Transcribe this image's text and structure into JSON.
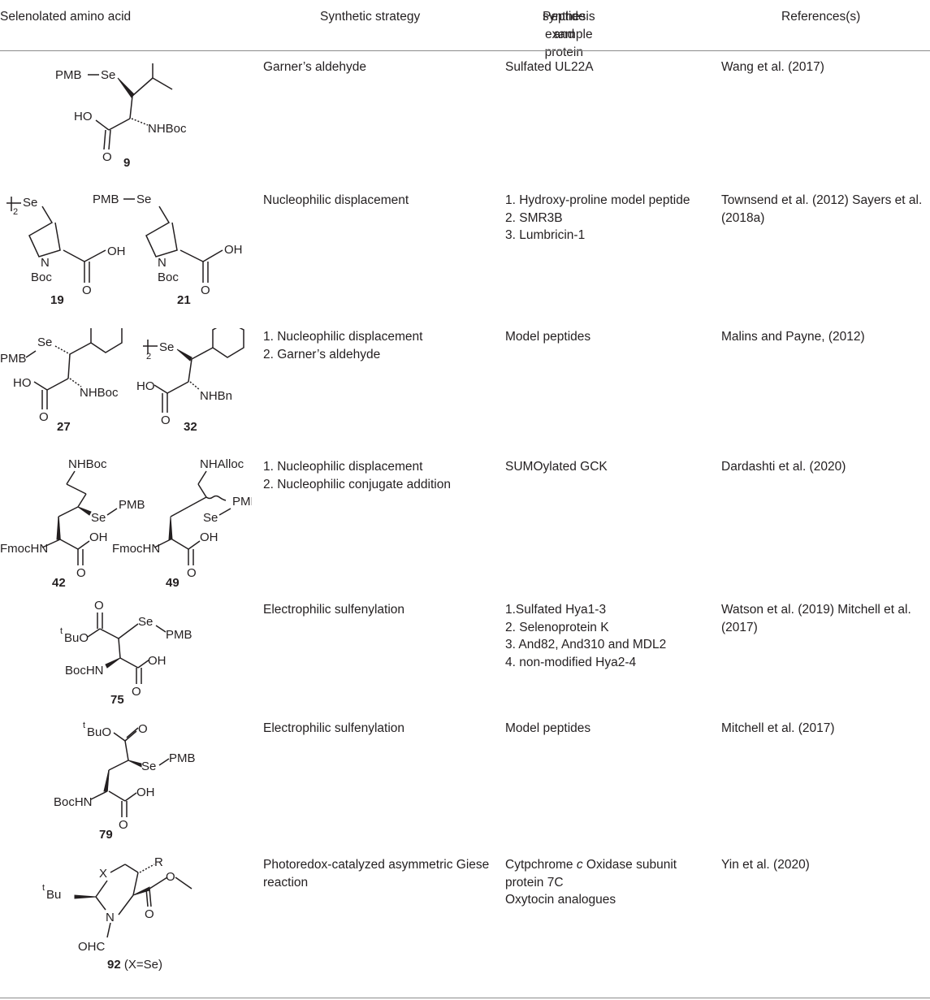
{
  "table": {
    "headers": [
      {
        "line1": "Selenolated amino acid",
        "line2": ""
      },
      {
        "line1": "Synthetic strategy",
        "line2": ""
      },
      {
        "line1": "Peptide and protein",
        "line2": "synthesis example"
      },
      {
        "line1": "References(s)",
        "line2": ""
      }
    ],
    "rows": [
      {
        "compounds": [
          "9"
        ],
        "atom_labels": [
          "PMB",
          "Se",
          "HO",
          "O",
          "NHBoc"
        ],
        "strategy": [
          "Garner’s aldehyde"
        ],
        "examples": [
          "Sulfated UL22A"
        ],
        "references": [
          "Wang et al. (2017)"
        ]
      },
      {
        "compounds": [
          "19",
          "21"
        ],
        "atom_labels": [
          "Se",
          "2",
          "N",
          "Boc",
          "OH",
          "O",
          "PMB",
          "Se",
          "N",
          "Boc",
          "OH",
          "O"
        ],
        "strategy": [
          "Nucleophilic displacement"
        ],
        "examples": [
          "1. Hydroxy-proline model peptide",
          "2. SMR3B",
          "3. Lumbricin-1"
        ],
        "references": [
          "Townsend et al. (2012) Sayers et al.",
          "(2018a)"
        ]
      },
      {
        "compounds": [
          "27",
          "32"
        ],
        "atom_labels": [
          "PMB",
          "Se",
          "HO",
          "O",
          "NHBoc",
          "Se",
          "2",
          "HO",
          "O",
          "NHBn"
        ],
        "strategy": [
          "1. Nucleophilic displacement",
          "2. Garner’s aldehyde"
        ],
        "examples": [
          "Model peptides"
        ],
        "references": [
          "Malins and Payne, (2012)"
        ]
      },
      {
        "compounds": [
          "42",
          "49"
        ],
        "atom_labels": [
          "NHBoc",
          "Se",
          "PMB",
          "FmocHN",
          "OH",
          "O",
          "NHAlloc",
          "Se",
          "PMB",
          "FmocHN",
          "OH",
          "O"
        ],
        "strategy": [
          "1. Nucleophilic displacement",
          "2. Nucleophilic conjugate addition"
        ],
        "examples": [
          "SUMOylated GCK"
        ],
        "references": [
          "Dardashti et al. (2020)"
        ]
      },
      {
        "compounds": [
          "75"
        ],
        "atom_labels": [
          "O",
          "t",
          "BuO",
          "Se",
          "PMB",
          "BocHN",
          "OH",
          "O"
        ],
        "strategy": [
          "Electrophilic sulfenylation"
        ],
        "examples": [
          "1.Sulfated Hya1-3",
          "2. Selenoprotein K",
          "3. And82, And310 and MDL2",
          "4. non-modified Hya2-4"
        ],
        "references": [
          "Watson et al. (2019) Mitchell et al.",
          "(2017)"
        ]
      },
      {
        "compounds": [
          "79"
        ],
        "atom_labels": [
          "t",
          "BuO",
          "O",
          "Se",
          "PMB",
          "BocHN",
          "OH",
          "O"
        ],
        "strategy": [
          "Electrophilic sulfenylation"
        ],
        "examples": [
          "Model peptides"
        ],
        "references": [
          "Mitchell et al. (2017)"
        ]
      },
      {
        "compounds": [
          "92"
        ],
        "compound_note": " (X=Se)",
        "atom_labels": [
          "X",
          "R",
          "t",
          "Bu",
          "N",
          "O",
          "OHC"
        ],
        "strategy": [
          "Photoredox-catalyzed asymmetric Giese",
          "reaction"
        ],
        "examples": [
          "Cytpchrome ",
          "c",
          " Oxidase subunit",
          "protein 7C",
          "Oxytocin analogues"
        ],
        "references": [
          "Yin et al. (2020)"
        ]
      }
    ]
  }
}
